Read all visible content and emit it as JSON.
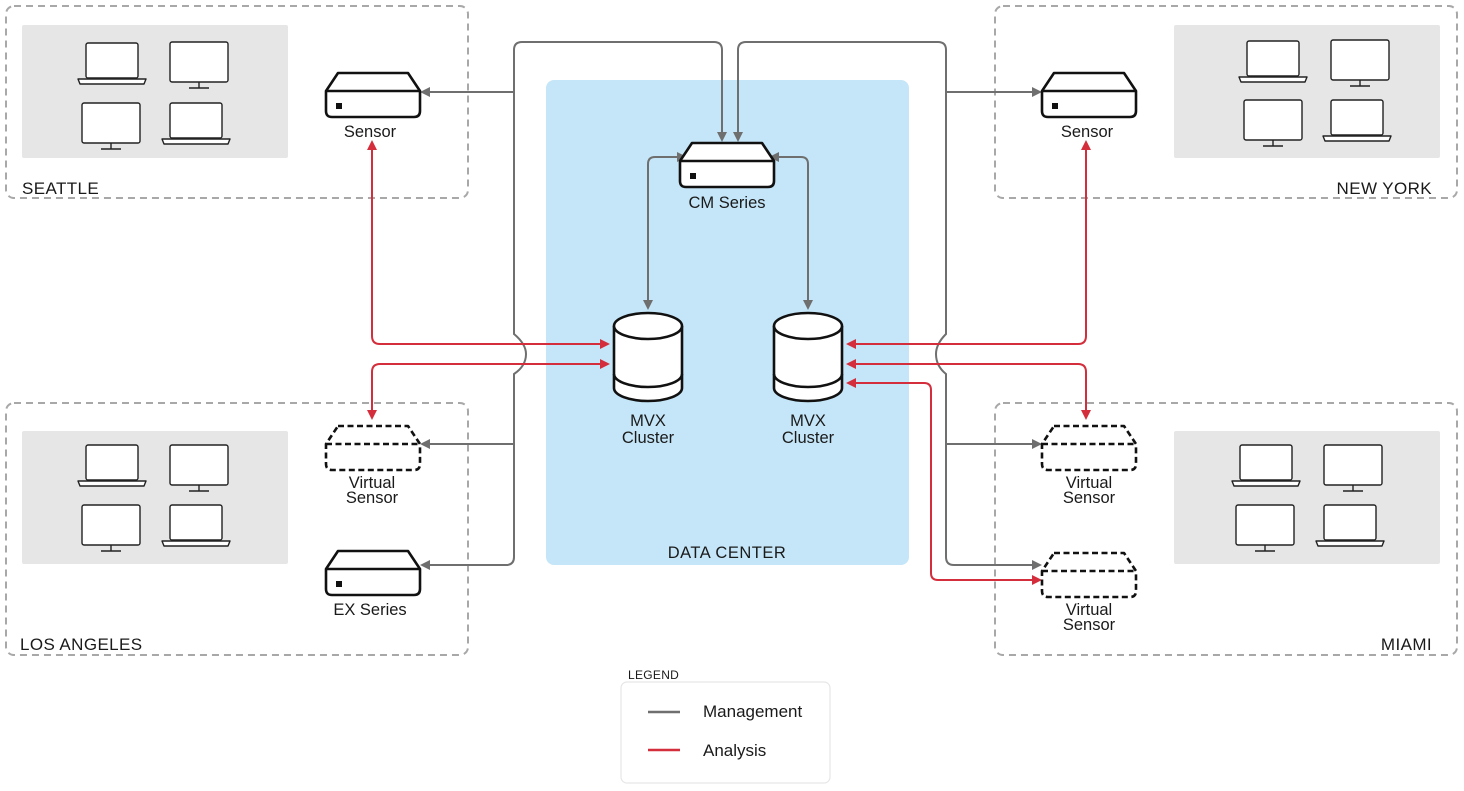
{
  "sites": {
    "seattle": "SEATTLE",
    "new_york": "NEW YORK",
    "los_angeles": "LOS ANGELES",
    "miami": "MIAMI"
  },
  "data_center": {
    "label": "DATA CENTER"
  },
  "devices": {
    "seattle_sensor": "Sensor",
    "new_york_sensor": "Sensor",
    "cm_series": "CM Series",
    "mvx_left_line1": "MVX",
    "mvx_left_line2": "Cluster",
    "mvx_right_line1": "MVX",
    "mvx_right_line2": "Cluster",
    "la_virtual_line1": "Virtual",
    "la_virtual_line2": "Sensor",
    "ex_series": "EX Series",
    "miami_virtual1_line1": "Virtual",
    "miami_virtual1_line2": "Sensor",
    "miami_virtual2_line1": "Virtual",
    "miami_virtual2_line2": "Sensor"
  },
  "legend": {
    "title": "LEGEND",
    "management": "Management",
    "analysis": "Analysis"
  },
  "colors": {
    "management_line": "#6f6f6f",
    "analysis_line": "#d42d3b",
    "data_center_fill": "#c5e6f8",
    "site_panel": "#e6e6e7",
    "site_border": "#a8a8a8"
  }
}
